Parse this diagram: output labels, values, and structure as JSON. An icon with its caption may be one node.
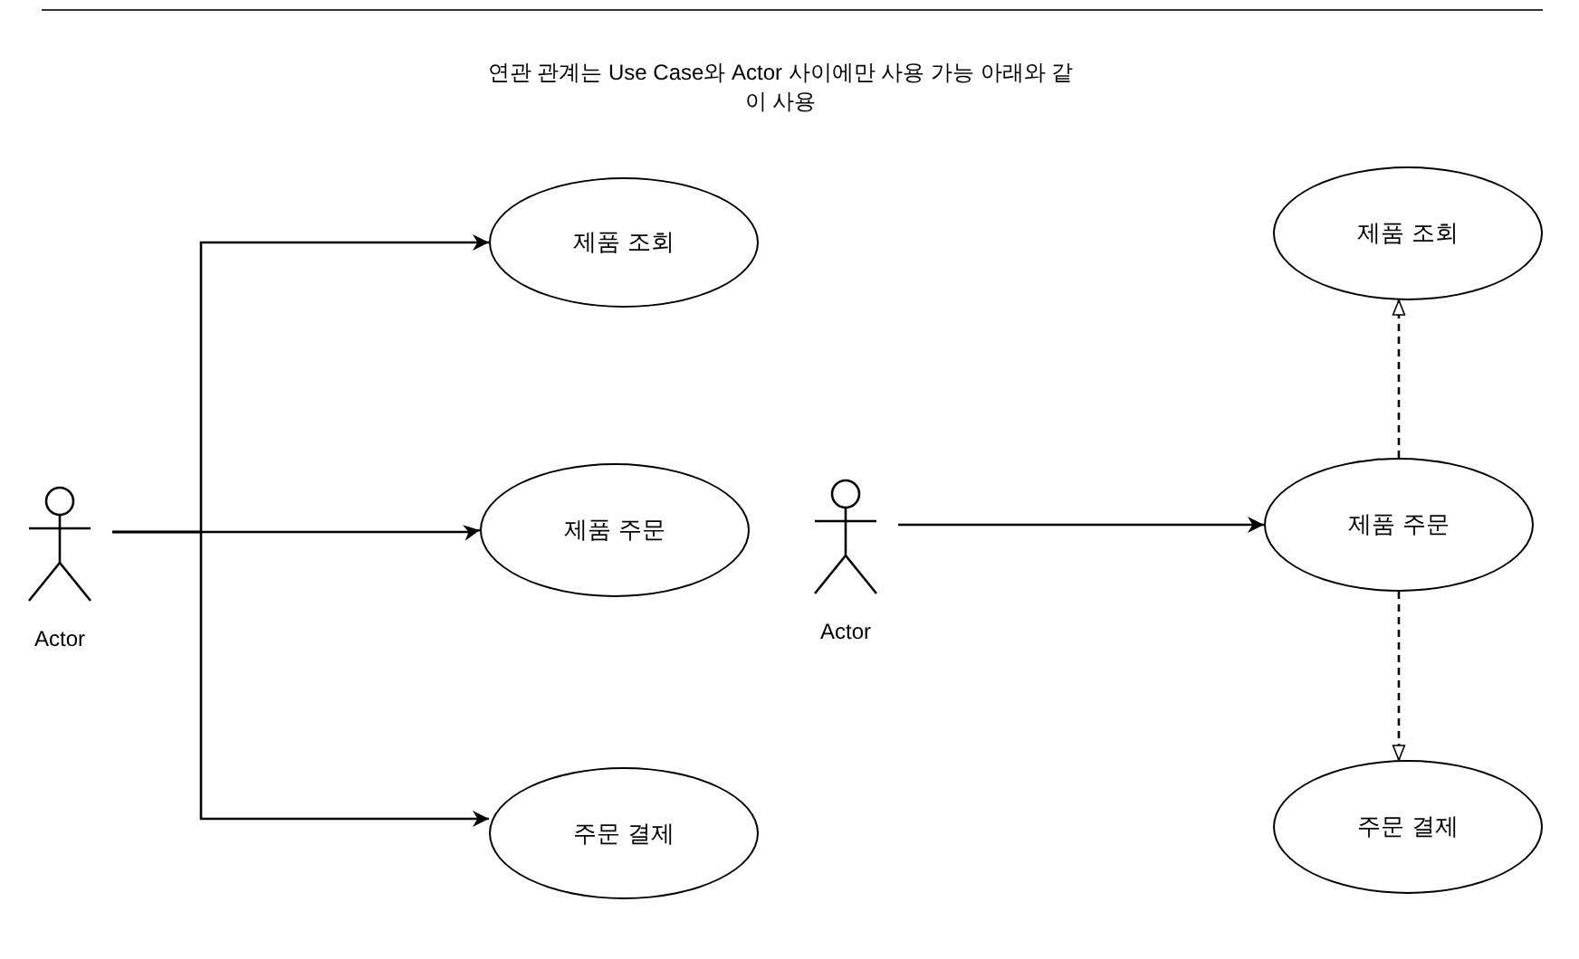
{
  "diagram": {
    "nodes": [
      {
        "text": [
          "Actor"
        ]
      },
      {
        "text": [
          "제품 조회"
        ]
      },
      {
        "text": [
          "제품 주문"
        ]
      },
      {
        "text": [
          "주문 결제"
        ]
      },
      {
        "text": [
          "Actor"
        ]
      },
      {
        "text": [
          "제품 조회"
        ]
      },
      {
        "text": [
          "제품 주문"
        ]
      },
      {
        "text": [
          "주문 결제"
        ]
      }
    ],
    "edges": [
      {
        "from": 0,
        "to": 1,
        "arrow": "to"
      },
      {
        "from": 0,
        "to": 2,
        "arrow": "to"
      },
      {
        "from": 0,
        "to": 3,
        "arrow": "to"
      },
      {
        "from": 4,
        "to": 6,
        "arrow": "to"
      },
      {
        "from": 6,
        "to": 5,
        "arrow": "to",
        "style": "dashed"
      },
      {
        "from": 6,
        "to": 7,
        "arrow": "to",
        "style": "dashed"
      }
    ],
    "labels": [
      "연관 관계는 Use Case와 Actor 사이에만 사용 가능 아래와 같이 사용"
    ]
  }
}
